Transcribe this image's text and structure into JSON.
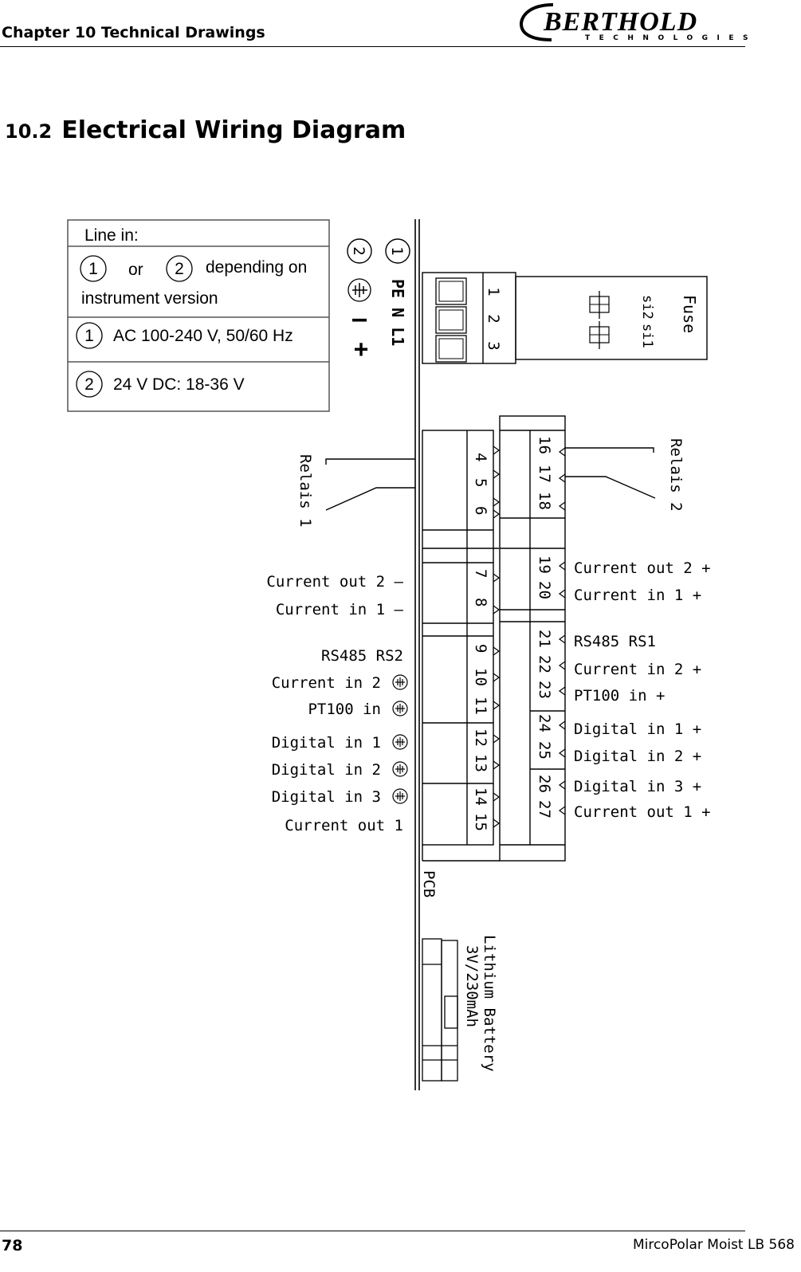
{
  "header": {
    "chapter": "Chapter 10 Technical Drawings",
    "logo_main": "BERTHOLD",
    "logo_sub": "TECHNOLOGIES"
  },
  "section": {
    "number": "10.2",
    "title": "Electrical Wiring Diagram"
  },
  "legend": {
    "title": "Line in:",
    "opt1": "1",
    "or": "or",
    "opt2": "2",
    "dep1": "depending on",
    "dep2": "instrument version",
    "row1_num": "1",
    "row1_text": "AC 100-240 V, 50/60 Hz",
    "row2_num": "2",
    "row2_text": "24 V DC: 18-36 V"
  },
  "power": {
    "circle1": "1",
    "circle2": "2",
    "pe_n_l1": "PE  N  L1",
    "minus": "–",
    "plus": "+",
    "terminals": [
      "1",
      "2",
      "3"
    ],
    "fuse": "Fuse",
    "si2": "si2",
    "si1": "si1"
  },
  "relays": {
    "relais1": "Relais 1",
    "relais2": "Relais 2"
  },
  "terminals_left": [
    "4",
    "5",
    "6",
    "7",
    "8",
    "9",
    "10",
    "11",
    "12",
    "13",
    "14",
    "15"
  ],
  "terminals_right": [
    "16",
    "17",
    "18",
    "19",
    "20",
    "21",
    "22",
    "23",
    "24",
    "25",
    "26",
    "27"
  ],
  "labels_left": {
    "current_out2": "Current  out  2  –",
    "current_in1": "Current  in  1  –",
    "rs485": "RS485  RS2",
    "current_in2": "Current  in  2",
    "pt100": "PT100  in",
    "digital1": "Digital  in  1",
    "digital2": "Digital  in  2",
    "digital3": "Digital  in  3",
    "current_out1": "Current  out  1"
  },
  "labels_right": {
    "current_out2": "Current  out  2  +",
    "current_in1": "Current  in  1  +",
    "rs485": "RS485  RS1",
    "current_in2": "Current  in  2  +",
    "pt100": "PT100  in  +",
    "digital1": "Digital  in  1  +",
    "digital2": "Digital  in  2  +",
    "digital3": "Digital  in  3  +",
    "current_out1": "Current  out  1  +"
  },
  "pcb": "PCB",
  "battery": {
    "line1": "Lithium Battery",
    "line2": "3V/230mAh"
  },
  "footer": {
    "page": "78",
    "doc": "MircoPolar Moist LB 568"
  }
}
